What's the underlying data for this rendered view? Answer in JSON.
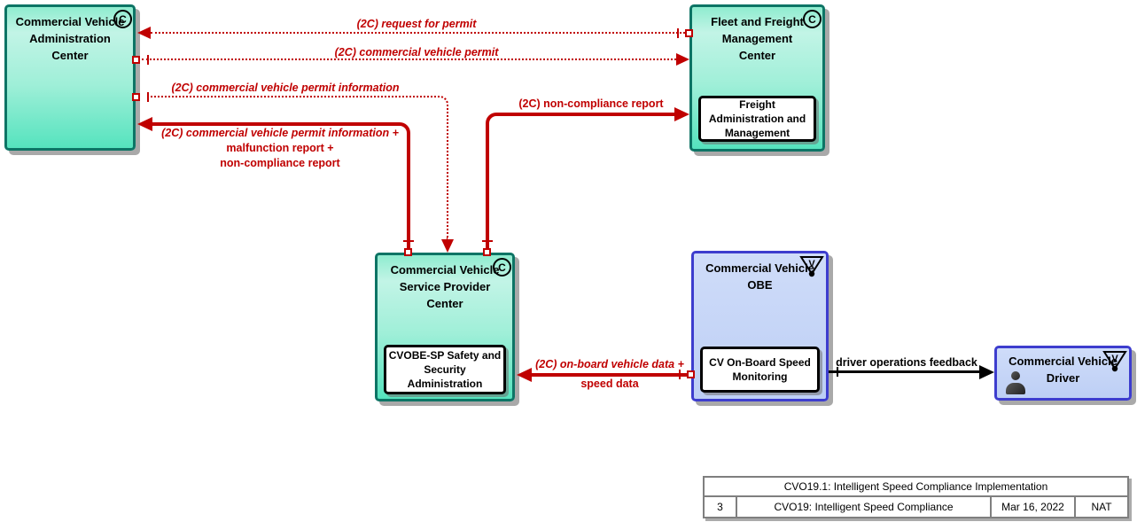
{
  "entities": {
    "cvac": {
      "title": [
        "Commercial Vehicle",
        "Administration",
        "Center"
      ],
      "type": "C"
    },
    "ffmc": {
      "title": [
        "Fleet and Freight",
        "Management",
        "Center"
      ],
      "type": "C",
      "inner": [
        "Freight",
        "Administration and",
        "Management"
      ]
    },
    "cvspc": {
      "title": [
        "Commercial Vehicle",
        "Service Provider",
        "Center"
      ],
      "type": "C",
      "inner": [
        "CVOBE-SP Safety and",
        "Security",
        "Administration"
      ]
    },
    "obe": {
      "title": [
        "Commercial Vehicle",
        "OBE"
      ],
      "type": "V",
      "inner": [
        "CV On-Board Speed",
        "Monitoring"
      ]
    },
    "driver": {
      "title": [
        "Commercial Vehicle",
        "Driver"
      ],
      "type": "V"
    }
  },
  "flows": {
    "request_for_permit": "(2C) request for permit",
    "commercial_vehicle_permit": "(2C) commercial vehicle permit",
    "cv_permit_information": "(2C) commercial vehicle permit information",
    "cv_permit_info_combo": [
      "(2C) commercial vehicle permit information +",
      "malfunction report +",
      "non-compliance report"
    ],
    "non_compliance_report": "(2C) non-compliance report",
    "on_board_vehicle_data": [
      "(2C) on-board vehicle data +",
      "speed data"
    ],
    "driver_operations_feedback": "driver operations feedback"
  },
  "title_block": {
    "title": "CVO19.1: Intelligent Speed Compliance Implementation",
    "sheet_number": "3",
    "service_package": "CVO19: Intelligent Speed Compliance",
    "date": "Mar 16, 2022",
    "region": "NAT"
  },
  "colors": {
    "flow_red": "#c00000",
    "center_border": "#0d7465",
    "center_fill_top": "#c2f4e6",
    "center_fill_bottom": "#55e3be",
    "vehicle_border": "#3d3dce",
    "vehicle_fill": "#c5d5f6",
    "shadow_gray": "#8c8c8c"
  }
}
